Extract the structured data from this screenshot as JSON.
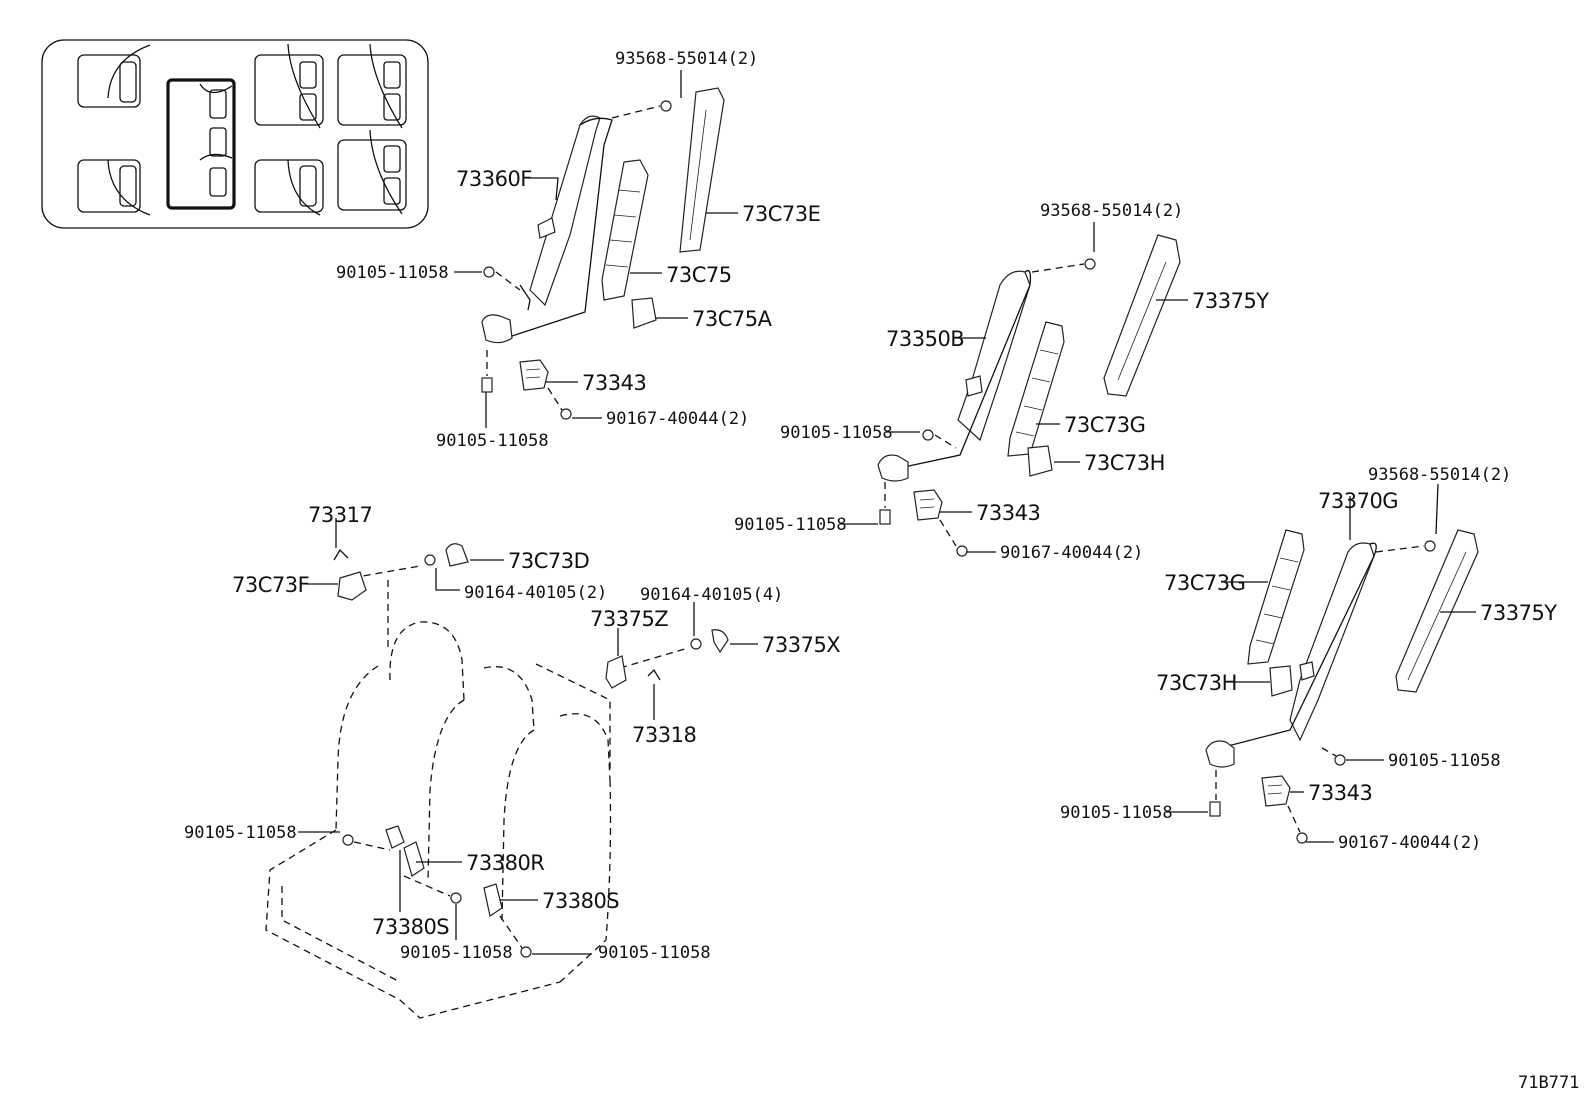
{
  "diagram_code": "71B771",
  "labels": {
    "a1": "93568-55014(2)",
    "a2": "73360F",
    "a3": "73C73E",
    "a4": "90105-11058",
    "a5": "73C75",
    "a6": "73C75A",
    "a7": "73343",
    "a8": "90167-40044(2)",
    "a9": "90105-11058",
    "b1": "93568-55014(2)",
    "b2": "73350B",
    "b3": "73375Y",
    "b4": "90105-11058",
    "b5": "73C73G",
    "b6": "73C73H",
    "b7": "90105-11058",
    "b8": "73343",
    "b9": "90167-40044(2)",
    "c1": "93568-55014(2)",
    "c2": "73370G",
    "c3": "73C73G",
    "c4": "73375Y",
    "c5": "73C73H",
    "c6": "90105-11058",
    "c7": "90105-11058",
    "c8": "73343",
    "c9": "90167-40044(2)",
    "d1": "73317",
    "d2": "73C73F",
    "d3": "73C73D",
    "d4": "90164-40105(2)",
    "d5": "90164-40105(4)",
    "d6": "73375Z",
    "d7": "73375X",
    "d8": "73318",
    "d9": "90105-11058",
    "d10": "73380R",
    "d11": "73380S",
    "d12": "73380S",
    "d13": "90105-11058",
    "d14": "90105-11058"
  }
}
